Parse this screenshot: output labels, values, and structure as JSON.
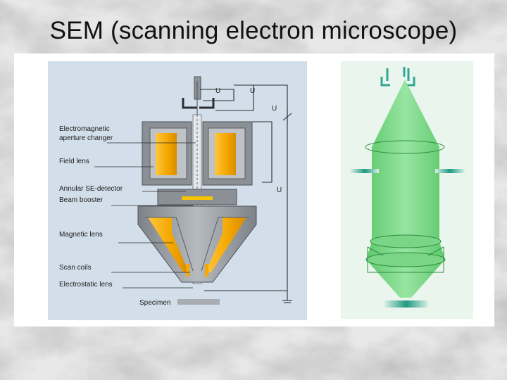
{
  "slide": {
    "title": "SEM (scanning electron microscope)"
  },
  "sem_diagram": {
    "labels": {
      "aperture_changer_line1": "Electromagnetic",
      "aperture_changer_line2": "aperture changer",
      "field_lens": "Field lens",
      "se_detector": "Annular SE-detector",
      "beam_booster": "Beam booster",
      "magnetic_lens": "Magnetic lens",
      "scan_coils": "Scan coils",
      "electrostatic_lens": "Electrostatic lens",
      "specimen": "Specimen"
    },
    "voltage_symbol": "U"
  },
  "colors": {
    "panel_blue": "#d2dee9",
    "housing_gray": "#9aa0a6",
    "housing_dark": "#4e5256",
    "coil_orange": "#f4a800",
    "beam_green": "#6fd27a",
    "beam_panel_bg": "#eaf5ee",
    "teal": "#2fa890"
  }
}
